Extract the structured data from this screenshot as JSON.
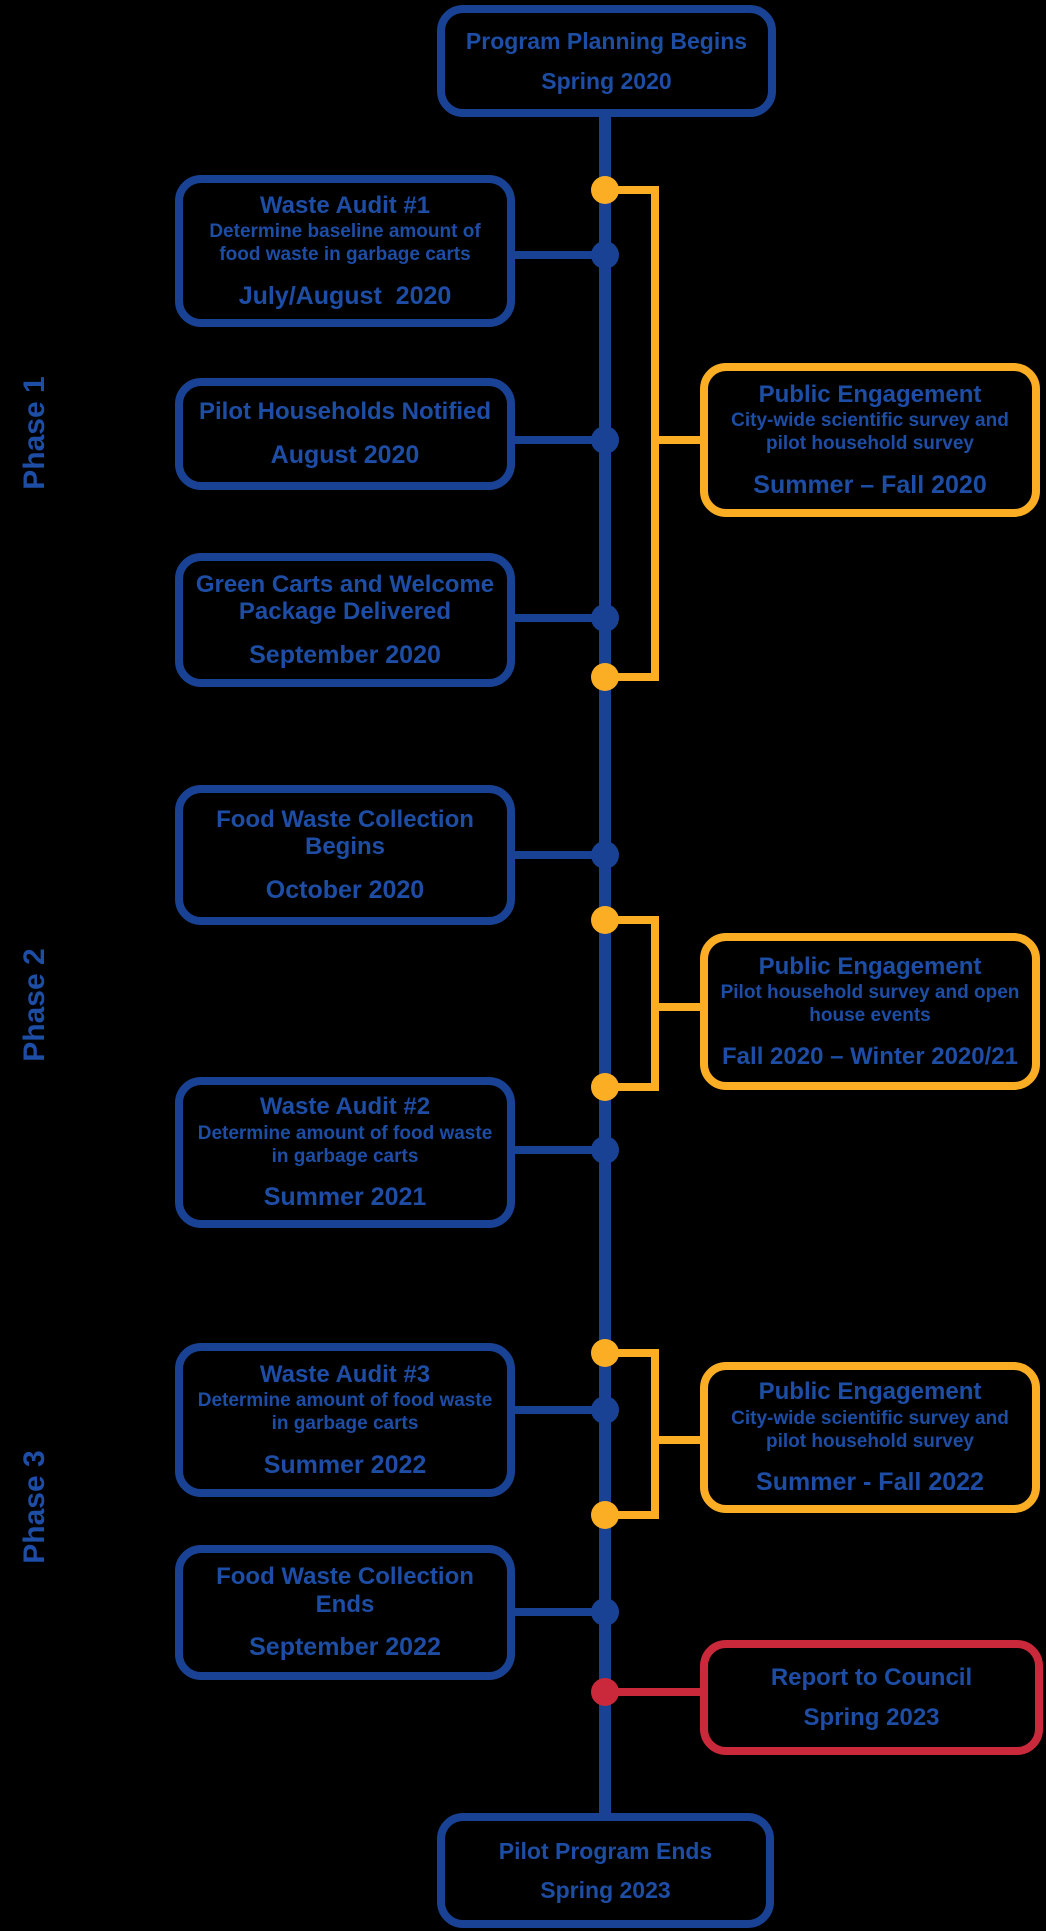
{
  "colors": {
    "blue": "#1a4294",
    "blue_text": "#1d4da4",
    "yellow": "#fbae24",
    "red": "#c9293a",
    "background": "#000000"
  },
  "phases": [
    {
      "label": "Phase 1"
    },
    {
      "label": "Phase 2"
    },
    {
      "label": "Phase 3"
    }
  ],
  "top_box": {
    "title": "Program Planning Begins",
    "date": "Spring 2020"
  },
  "bottom_box": {
    "title": "Pilot Program Ends",
    "date": "Spring 2023"
  },
  "left_boxes": [
    {
      "title": "Waste Audit #1",
      "subtitle": "Determine baseline amount of food waste in garbage carts",
      "date": "July/August  2020"
    },
    {
      "title": "Pilot Households Notified",
      "date": "August 2020"
    },
    {
      "title": "Green Carts and Welcome Package Delivered",
      "date": "September 2020"
    },
    {
      "title": "Food Waste Collection Begins",
      "date": "October 2020"
    },
    {
      "title": "Waste Audit #2",
      "subtitle": "Determine amount of food waste in garbage carts",
      "date": "Summer 2021"
    },
    {
      "title": "Waste Audit #3",
      "subtitle": "Determine amount of food waste in garbage carts",
      "date": "Summer 2022"
    },
    {
      "title": "Food Waste Collection Ends",
      "date": "September 2022"
    }
  ],
  "right_boxes": [
    {
      "title": "Public Engagement",
      "subtitle": "City-wide scientific survey and pilot household survey",
      "date": "Summer – Fall 2020"
    },
    {
      "title": "Public Engagement",
      "subtitle": "Pilot household survey and open house events",
      "date": "Fall 2020 – Winter 2020/21"
    },
    {
      "title": "Public Engagement",
      "subtitle": "City-wide scientific survey and pilot household survey",
      "date": "Summer - Fall 2022"
    }
  ],
  "report_box": {
    "title": "Report to Council",
    "date": "Spring 2023"
  }
}
